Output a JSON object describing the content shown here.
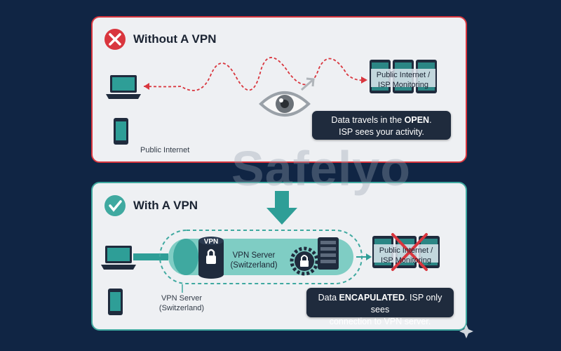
{
  "top": {
    "title": "Without A VPN",
    "server_label": "Public Internet / ISP Monitoring",
    "callout_pre": "Data travels in the ",
    "callout_bold": "OPEN",
    "callout_post": ".",
    "callout_line2": "ISP sees your activity.",
    "public_internet_label": "Public Internet"
  },
  "bottom": {
    "title": "With A VPN",
    "vpn_badge": "VPN",
    "vpn_server_tunnel": "VPN Server (Switzerland)",
    "vpn_server_label": "VPN Server (Switzerland)",
    "blocked_server_label": "Public Internet / ISP Monitoring",
    "callout_pre": "Data ",
    "callout_bold": "ENCAPULATED",
    "callout_post": ". ISP only sees",
    "callout_line2": "connection to VPN server."
  },
  "watermark": "Safelyo",
  "colors": {
    "danger": "#d9363e",
    "safe": "#3fa9a0",
    "device": "#2e9e97",
    "navy": "#102544"
  }
}
